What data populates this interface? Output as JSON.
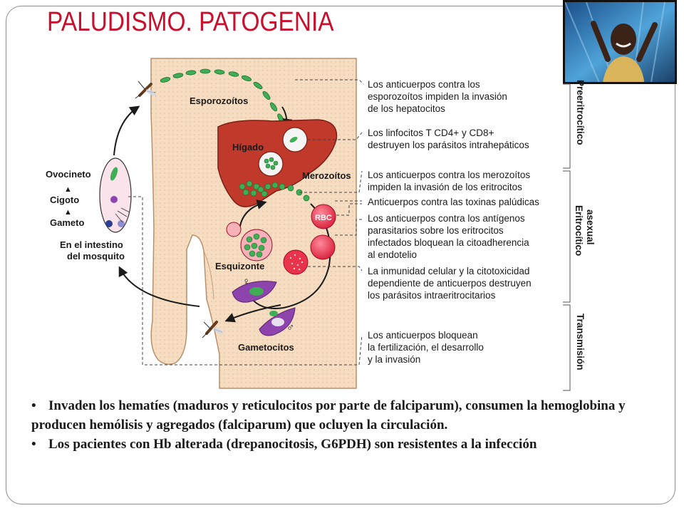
{
  "title": "PALUDISMO. PATOGENIA",
  "photo": {
    "icon": "child-under-mosquito-net-photo"
  },
  "diagram": {
    "labels": {
      "sporozoites": "Esporozoítos",
      "liver": "Hígado",
      "merozoites": "Merozoítos",
      "rbc": "RBC",
      "schizont": "Esquizonte",
      "gametocytes": "Gametocitos",
      "ookinete": "Ovocineto",
      "zygote": "Cigoto",
      "gamete": "Gameto",
      "mosquito_gut_1": "En el intestino",
      "mosquito_gut_2": "del mosquito",
      "female": "♀",
      "male": "♂"
    },
    "annotations": [
      [
        "Los anticuerpos contra los",
        "esporozoítos impiden la invasión",
        "de los hepatocitos"
      ],
      [
        "Los linfocitos T CD4+ y CD8+",
        "destruyen los parásitos intrahepáticos"
      ],
      [
        "Los anticuerpos contra los merozoítos",
        "impiden la invasión de los eritrocitos"
      ],
      [
        "Anticuerpos contra las toxinas palúdicas"
      ],
      [
        "Los anticuerpos contra los antígenos",
        "parasitarios sobre los eritrocitos",
        "infectados bloquean la citoadherencia",
        "al endotelio"
      ],
      [
        "La inmunidad celular y la citotoxicidad",
        "dependiente de anticuerpos destruyen",
        "los parásitos intraeritrocitarios"
      ],
      [
        "Los anticuerpos bloquean",
        "la fertilización, el desarrollo",
        "y la invasión"
      ]
    ],
    "stages": {
      "pre": "Preeritrocítico",
      "asex_1": "Eritrocítico",
      "asex_2": "asexual",
      "trans": "Transmisión"
    }
  },
  "bullets": [
    "Invaden los hematíes (maduros y reticulocitos por parte de falciparum), consumen la hemoglobina y producen hemólisis y agregados (falciparum) que ocluyen la circulación.",
    "Los pacientes con Hb alterada (drepanocitosis, G6PDH) son resistentes a la infección"
  ],
  "colors": {
    "title": "#c8102e",
    "skin": "#f6ddc2",
    "liver": "#c0392b",
    "rbc": "#e8334a",
    "parasite_green": "#2f9e44",
    "gametocyte_purple": "#8e44ad"
  }
}
